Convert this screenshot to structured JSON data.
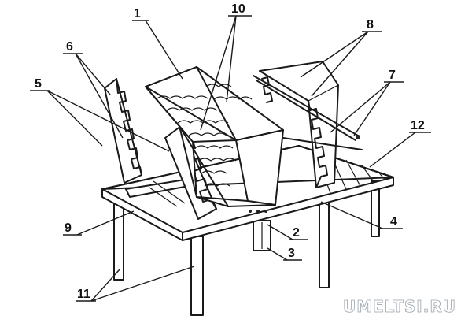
{
  "labels": {
    "l1": "1",
    "l2": "2",
    "l3": "3",
    "l4": "4",
    "l5": "5",
    "l6": "6",
    "l7": "7",
    "l8": "8",
    "l9": "9",
    "l10": "10",
    "l11": "11",
    "l12": "12"
  },
  "watermark": "UMELTSI.RU"
}
